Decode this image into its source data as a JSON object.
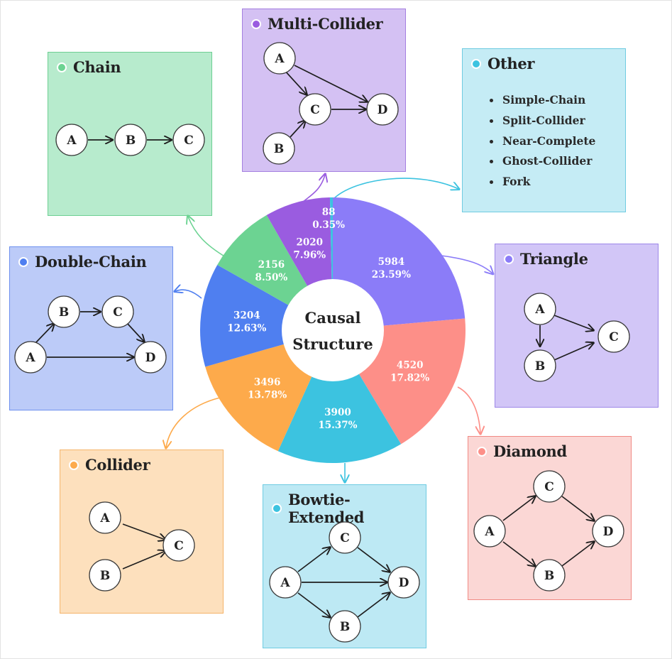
{
  "chart_data": {
    "type": "pie",
    "center_label": [
      "Causal",
      "Structure"
    ],
    "slices": [
      {
        "name": "Triangle",
        "value": 5984,
        "percent": "23.59%",
        "color": "#8b7cf8"
      },
      {
        "name": "Diamond",
        "value": 4520,
        "percent": "17.82%",
        "color": "#fd8f88"
      },
      {
        "name": "Bowtie-Extended",
        "value": 3900,
        "percent": "15.37%",
        "color": "#3cc3e0"
      },
      {
        "name": "Collider",
        "value": 3496,
        "percent": "13.78%",
        "color": "#fdaa4b"
      },
      {
        "name": "Double-Chain",
        "value": 3204,
        "percent": "12.63%",
        "color": "#4f7ff0"
      },
      {
        "name": "Chain",
        "value": 2156,
        "percent": "8.50%",
        "color": "#6cd392"
      },
      {
        "name": "Multi-Collider",
        "value": 2020,
        "percent": "7.96%",
        "color": "#9a5ce0"
      },
      {
        "name": "Other",
        "value": 88,
        "percent": "0.35%",
        "color": "#3cc3e0"
      }
    ]
  },
  "panels": {
    "chain": {
      "title": "Chain",
      "nodes": [
        "A",
        "B",
        "C"
      ]
    },
    "multi_collider": {
      "title": "Multi-Collider",
      "nodes": [
        "A",
        "C",
        "D",
        "B"
      ]
    },
    "other": {
      "title": "Other",
      "items": [
        "Simple-Chain",
        "Split-Collider",
        "Near-Complete",
        "Ghost-Collider",
        "Fork"
      ]
    },
    "triangle": {
      "title": "Triangle",
      "nodes": [
        "A",
        "B",
        "C"
      ]
    },
    "double_chain": {
      "title": "Double-Chain",
      "nodes": [
        "B",
        "C",
        "A",
        "D"
      ]
    },
    "diamond": {
      "title": "Diamond",
      "nodes": [
        "C",
        "A",
        "D",
        "B"
      ]
    },
    "collider": {
      "title": "Collider",
      "nodes": [
        "A",
        "B",
        "C"
      ]
    },
    "bowtie": {
      "title": "Bowtie-Extended",
      "nodes": [
        "C",
        "A",
        "D",
        "B"
      ]
    }
  }
}
